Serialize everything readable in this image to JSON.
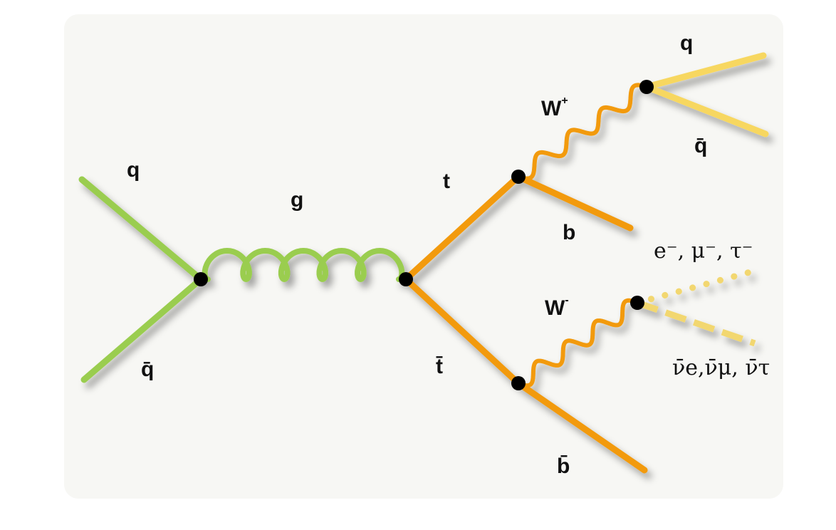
{
  "colors": {
    "gluon_quark": "#9acd4f",
    "top_decay": "#f29a0e",
    "light_quark": "#f7d760",
    "lepton": "#f2d770",
    "vertex": "#000000",
    "background": "#f7f7f4"
  },
  "labels": {
    "q_in": "q",
    "qbar_in": "q̄",
    "gluon": "g",
    "top": "t",
    "antitop": "t̄",
    "w_plus": "W",
    "w_plus_sup": "+",
    "w_minus": "W",
    "w_minus_sup": "-",
    "b": "b",
    "bbar": "b̄",
    "q_out": "q",
    "qbar_out": "q̄",
    "leptons": "e⁻, μ⁻, τ⁻",
    "neutrinos": "ν̄e,ν̄μ, ν̄τ"
  }
}
